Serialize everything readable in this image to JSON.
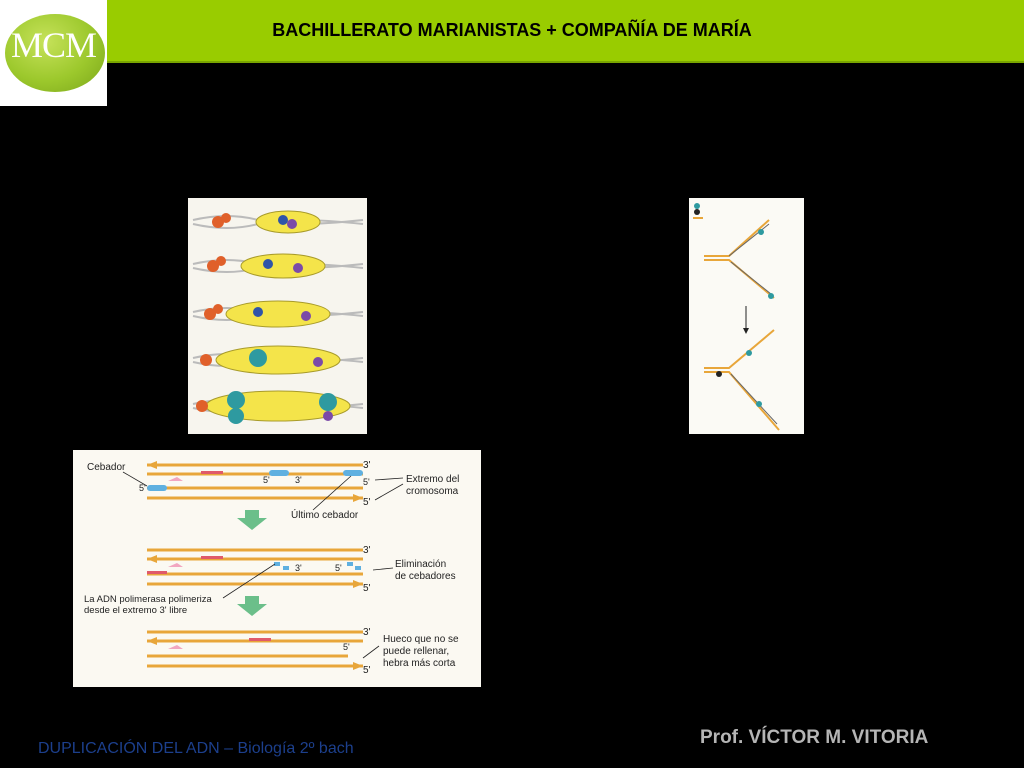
{
  "header": {
    "logo_text": "MCM",
    "title": "BACHILLERATO MARIANISTAS + COMPAÑÍA DE MARÍA"
  },
  "figure_bottom": {
    "labels": {
      "cebador": "Cebador",
      "extremo_line1": "Extremo del",
      "extremo_line2": "cromosoma",
      "ultimo_cebador": "Último cebador",
      "eliminacion_line1": "Eliminación",
      "eliminacion_line2": "de cebadores",
      "polimerasa_line1": "La ADN polimerasa polimeriza",
      "polimerasa_line2": "desde el extremo 3' libre",
      "hueco_line1": "Hueco que no se",
      "hueco_line2": "puede rellenar,",
      "hueco_line3": "hebra más corta",
      "three_prime": "3'",
      "five_prime": "5'"
    }
  },
  "footer": {
    "left": "DUPLICACIÓN DEL ADN – Biología 2º bach",
    "right": "Prof. VÍCTOR M. VITORIA"
  },
  "colors": {
    "header_green": "#99cc00",
    "strand_orange": "#e8a63a",
    "primer_blue": "#5fb0e0",
    "footer_blue": "#1c3f8c"
  }
}
